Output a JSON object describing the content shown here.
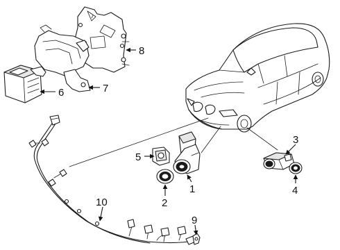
{
  "callouts": {
    "p1": "1",
    "p2": "2",
    "p3": "3",
    "p4": "4",
    "p5": "5",
    "p6": "6",
    "p7": "7",
    "p8": "8",
    "p9": "9",
    "p10": "10"
  }
}
